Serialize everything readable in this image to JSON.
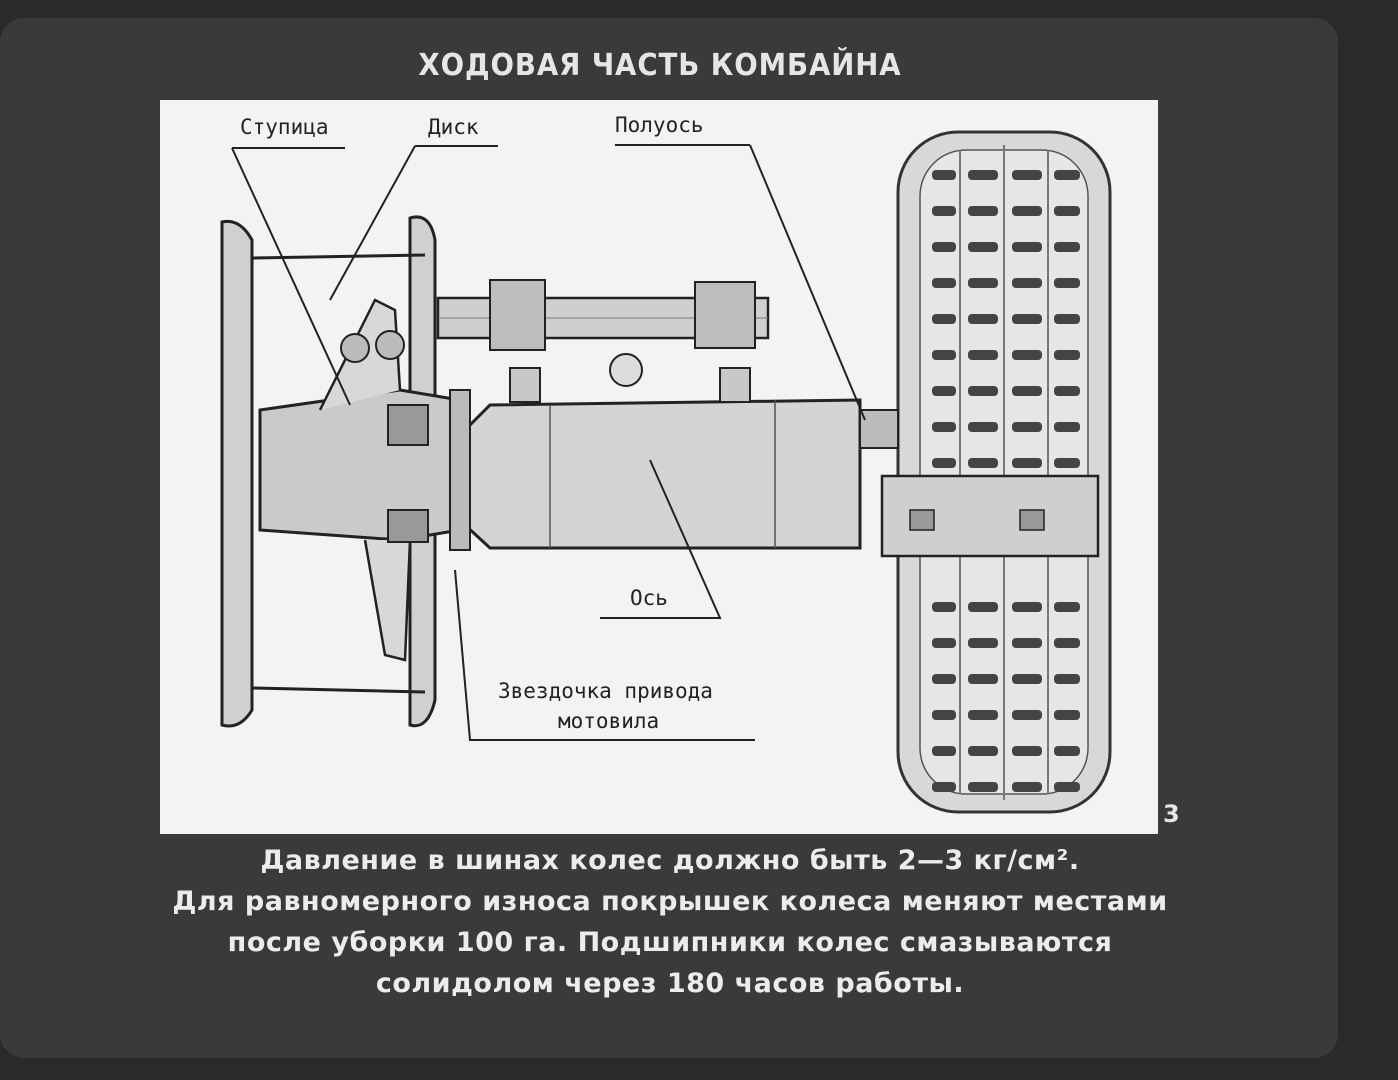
{
  "title": "ХОДОВАЯ ЧАСТЬ КОМБАЙНА",
  "frame_number": "3",
  "labels": {
    "hub": "Ступица",
    "disc": "Диск",
    "half_axle": "Полуось",
    "axle": "Ось",
    "sprocket_line1": "Звездочка привода",
    "sprocket_line2": "мотовила"
  },
  "caption": {
    "line1": "Давление в шинах колес должно быть 2—3 кг/см².",
    "line2": "Для равномерного износа покрышек колеса меняют местами",
    "line3": "после уборки 100 га. Подшипники колес смазываются",
    "line4": "солидолом через 180 часов работы."
  }
}
